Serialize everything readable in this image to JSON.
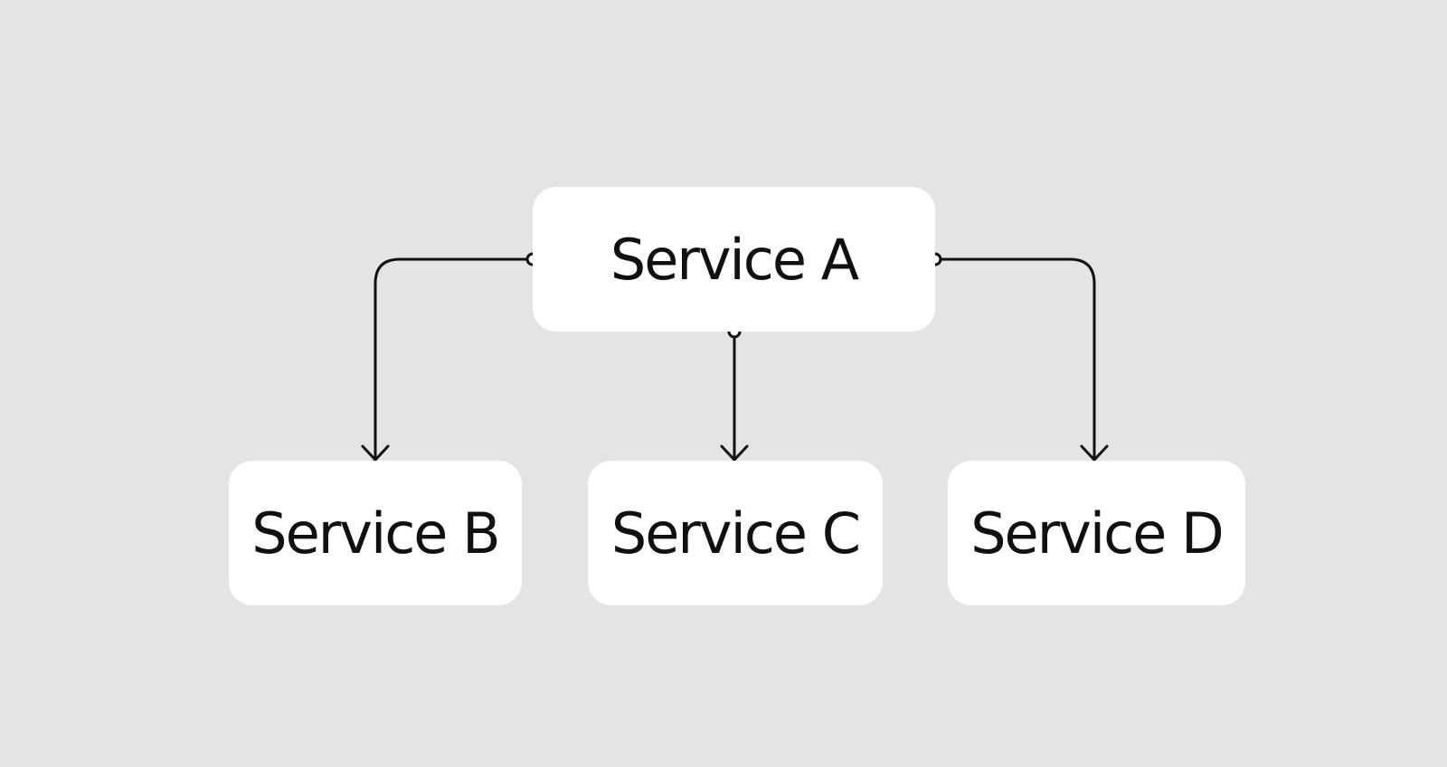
{
  "diagram": {
    "nodes": [
      {
        "id": "a",
        "label": "Service A"
      },
      {
        "id": "b",
        "label": "Service B"
      },
      {
        "id": "c",
        "label": "Service C"
      },
      {
        "id": "d",
        "label": "Service D"
      }
    ],
    "edges": [
      {
        "from": "a",
        "to": "b"
      },
      {
        "from": "a",
        "to": "c"
      },
      {
        "from": "a",
        "to": "d"
      }
    ],
    "colors": {
      "background": "#e4e4e4",
      "node_fill": "#ffffff",
      "line": "#111111",
      "text": "#101010"
    }
  }
}
